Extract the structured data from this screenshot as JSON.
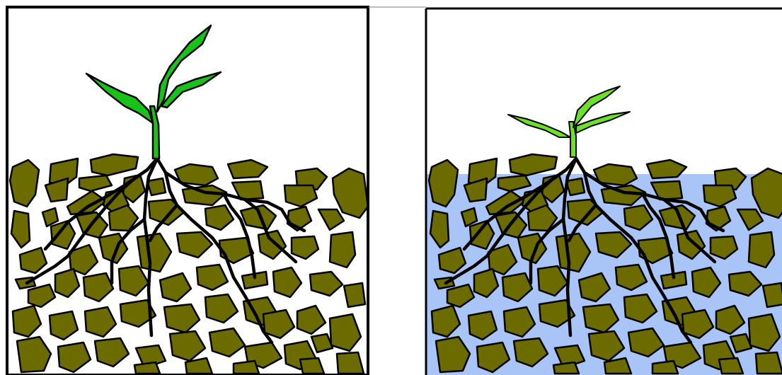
{
  "figure": {
    "panels": [
      {
        "id": "left",
        "water": false,
        "plant": "large-healthy-seedling"
      },
      {
        "id": "right",
        "water": true,
        "plant": "small-stunted-seedling"
      }
    ],
    "colors": {
      "soil": "#6b6b00",
      "soil_outline": "#000000",
      "plant_left": "#19c219",
      "plant_right": "#6ee02a",
      "water": "#a9c4f6",
      "roots": "#000000",
      "frame": "#000000",
      "background": "#ffffff"
    }
  }
}
